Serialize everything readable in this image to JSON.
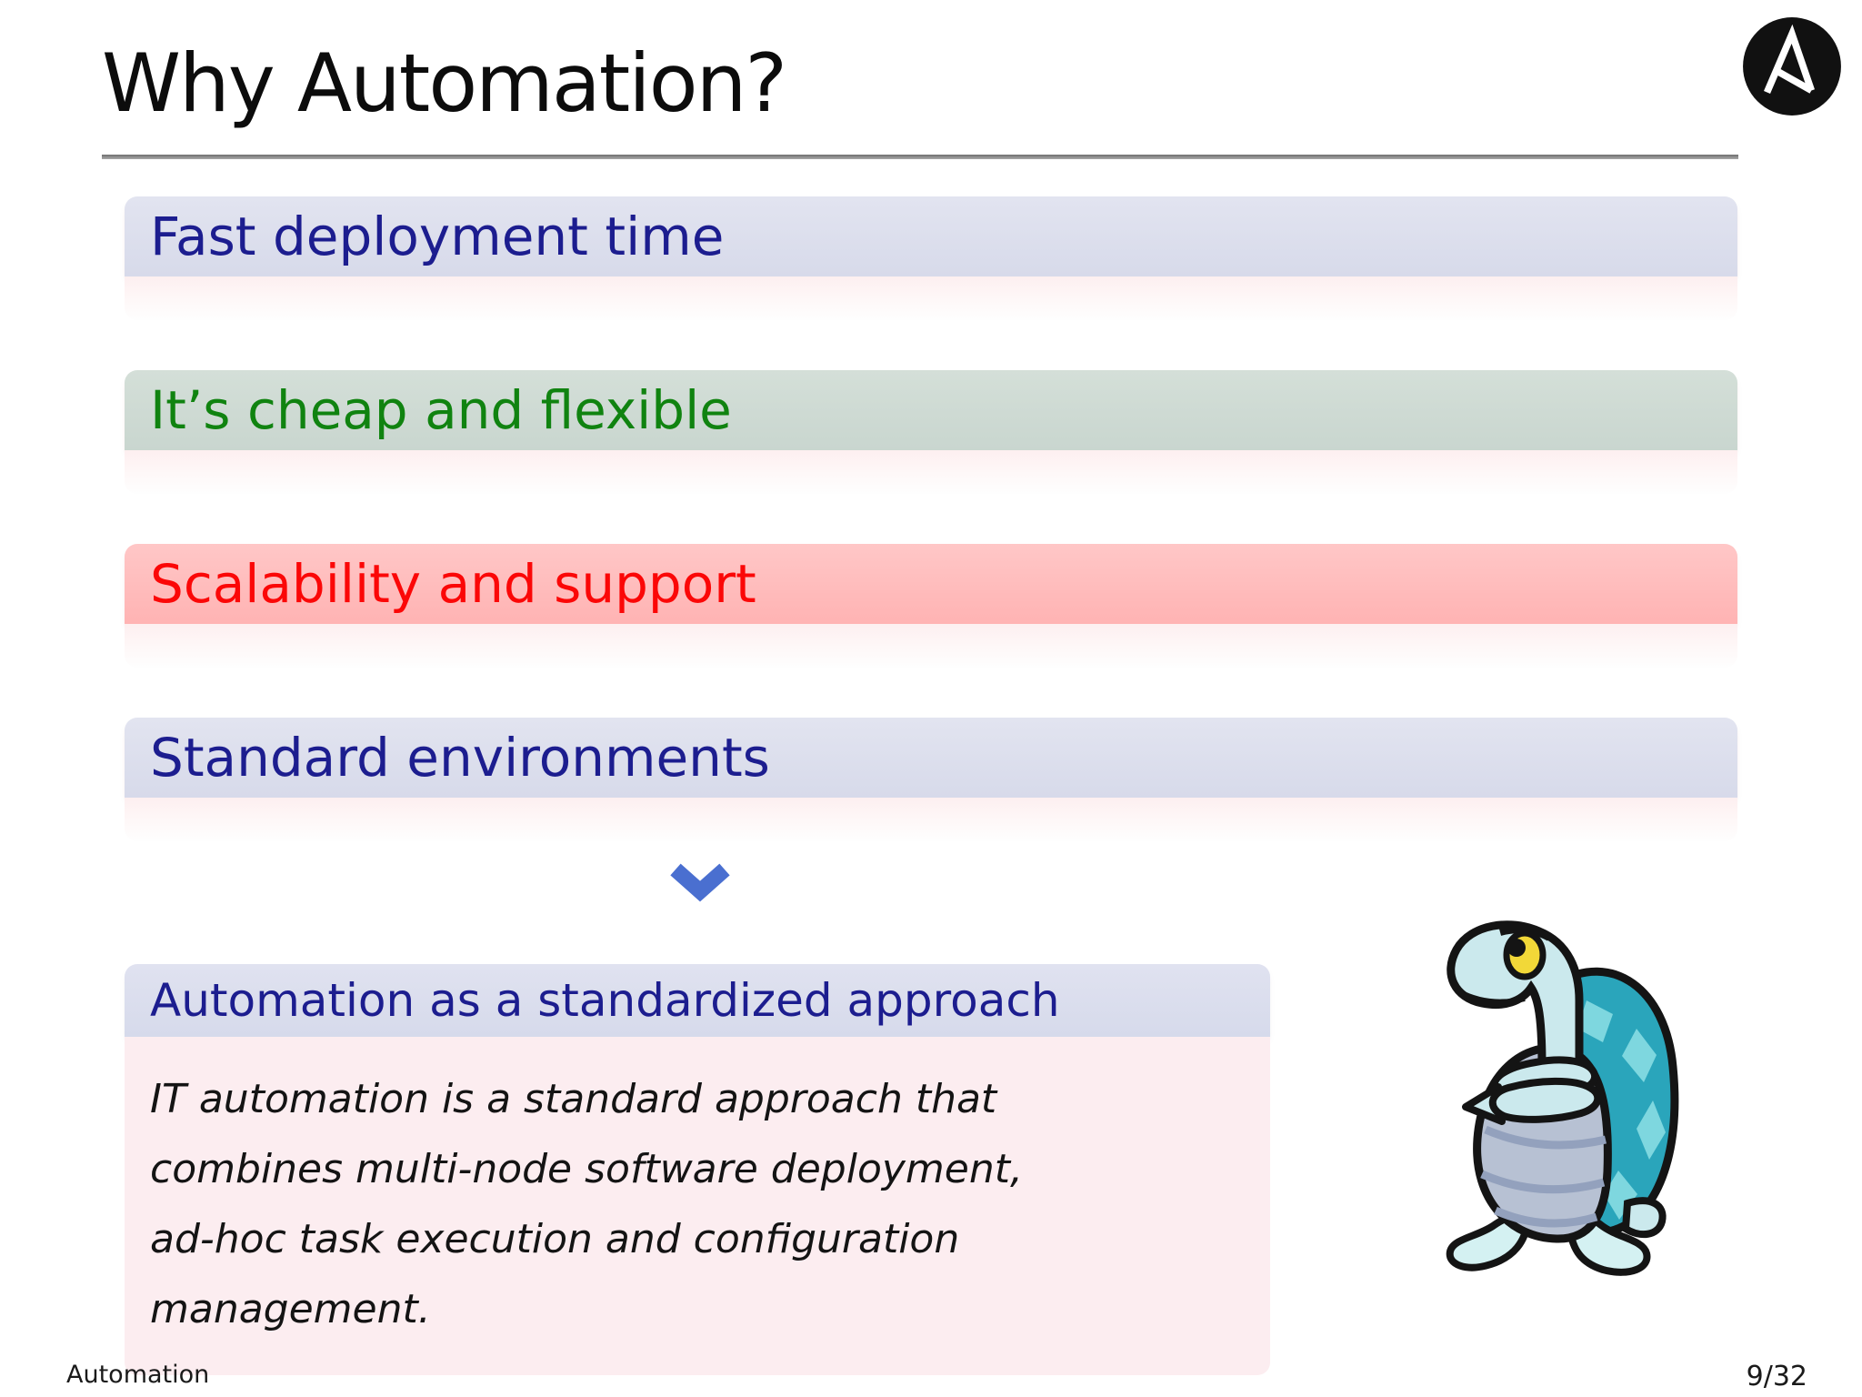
{
  "slide": {
    "title": "Why Automation?",
    "footer": {
      "left": "Automation",
      "right": "9/32"
    }
  },
  "logo": {
    "name": "ansible-logo",
    "bg": "#111111",
    "fg": "#ffffff"
  },
  "blocks": [
    {
      "label": "Fast deployment time",
      "text_color": "#1c1d8f",
      "header_bg": "#dbdeec"
    },
    {
      "label": "It’s cheap and flexible",
      "text_color": "#108310",
      "header_bg": "#cdd9d2"
    },
    {
      "label": "Scalability and support",
      "text_color": "#fb0707",
      "header_bg": "#ffbdbd"
    },
    {
      "label": "Standard environments",
      "text_color": "#1c1d8f",
      "header_bg": "#dbdeec"
    }
  ],
  "arrow": {
    "icon": "chevron-down",
    "color": "#4a6fd0"
  },
  "conclusion": {
    "title": "Automation as a standardized approach",
    "body_lines": [
      "IT automation is a standard approach that",
      "combines multi-node software deployment,",
      "ad-hoc task execution and configuration",
      "management."
    ]
  },
  "illustration": {
    "name": "turtle-mascot"
  }
}
